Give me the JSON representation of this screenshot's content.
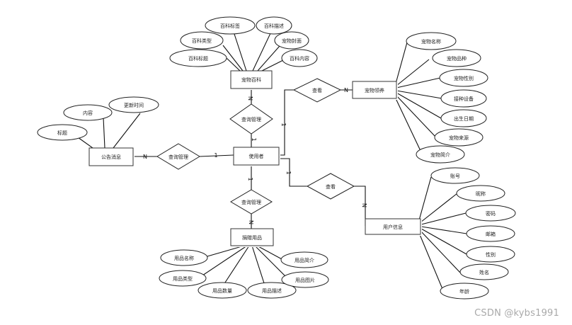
{
  "entities": {
    "user": "使用者",
    "pet_wiki": "宠物百科",
    "announcement": "公告消息",
    "donation": "捐赠用品",
    "pet_adoption": "宠物领养",
    "user_info": "用户信息"
  },
  "relationships": {
    "rel_wiki": "查询管理",
    "rel_announce": "查询管理",
    "rel_donation": "查询管理",
    "rel_adopt": "查看",
    "rel_userinfo": "查看"
  },
  "attributes": {
    "pet_wiki": [
      "百科标签",
      "百科描述",
      "百科类型",
      "宠物封面",
      "百科标题",
      "百科内容"
    ],
    "announcement": [
      "内容",
      "更新时间",
      "标题"
    ],
    "pet_adoption": [
      "宠物名称",
      "宠物品种",
      "宠物性别",
      "接种设备",
      "出生日期",
      "宠物来源",
      "宠物简介"
    ],
    "user_info": [
      "账号",
      "昵称",
      "密码",
      "邮箱",
      "性别",
      "姓名",
      "年龄"
    ],
    "donation": [
      "用品名称",
      "用品类型",
      "用品数量",
      "用品描述",
      "用品简介",
      "用品图片"
    ]
  },
  "cardinalities": {
    "wiki_n": "N",
    "wiki_1": "1",
    "announce_n": "N",
    "announce_1": "1",
    "donation_1": "1",
    "donation_n": "N",
    "adopt_1": "1",
    "adopt_n": "N",
    "userinfo_1": "1",
    "userinfo_n": "N"
  },
  "watermark": "CSDN @kybs1991"
}
